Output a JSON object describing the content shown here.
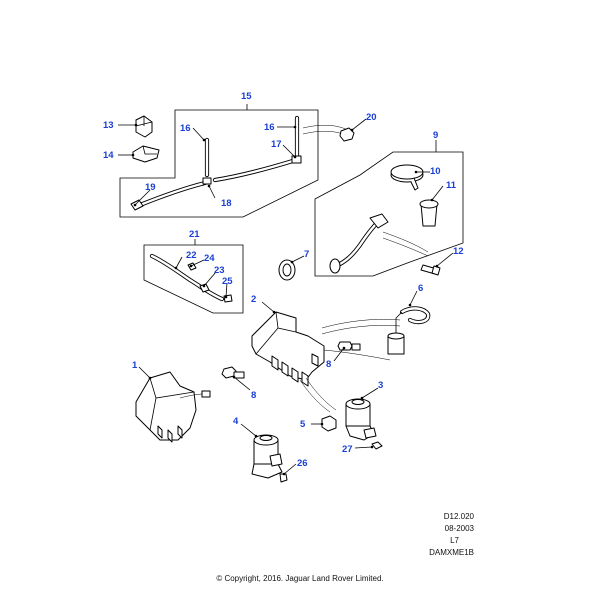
{
  "callouts": {
    "c1": "1",
    "c2": "2",
    "c3": "3",
    "c4": "4",
    "c5": "5",
    "c6": "6",
    "c7": "7",
    "c8a": "8",
    "c8b": "8",
    "c9": "9",
    "c10": "10",
    "c11": "11",
    "c12": "12",
    "c13": "13",
    "c14": "14",
    "c15": "15",
    "c16a": "16",
    "c16b": "16",
    "c17": "17",
    "c18": "18",
    "c19": "19",
    "c20": "20",
    "c21": "21",
    "c22": "22",
    "c23": "23",
    "c24": "24",
    "c25": "25",
    "c26": "26",
    "c27": "27"
  },
  "reference": {
    "code": "D12.020",
    "date": "08-2003",
    "section": "L7",
    "drawing_id": "DAMXME1B"
  },
  "copyright": "© Copyright, 2016. Jaguar Land Rover Limited.",
  "colors": {
    "callout": "#1a3fd4",
    "line": "#000000"
  }
}
